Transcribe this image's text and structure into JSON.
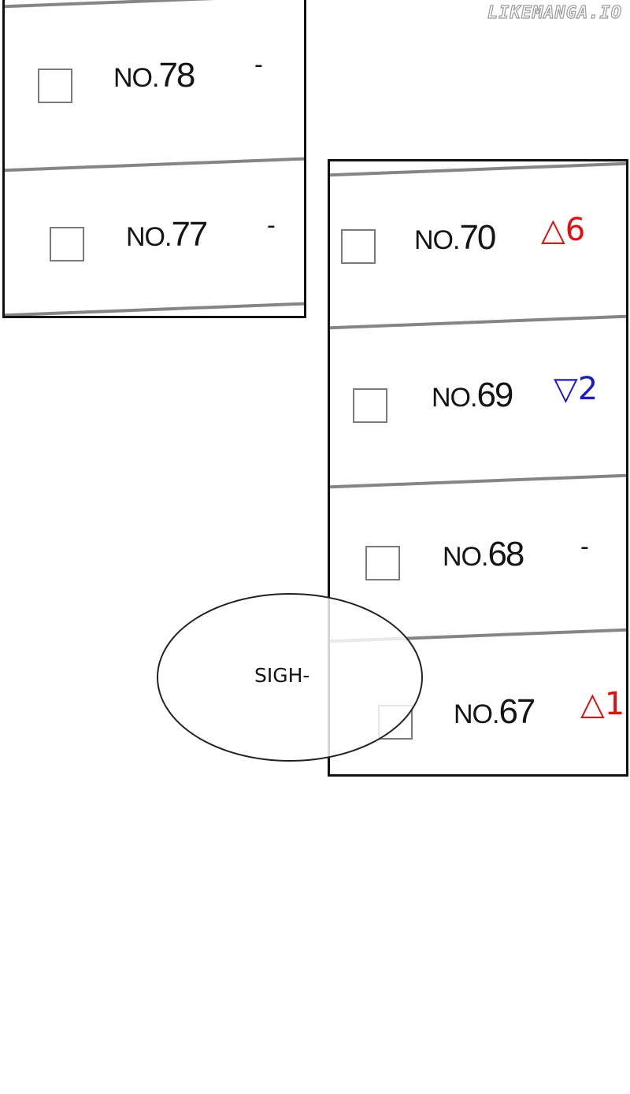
{
  "watermark": "LIKEMANGA.IO",
  "left_panel": {
    "rows": [
      {
        "rank": "NO.78",
        "rank_prefix": "NO.",
        "rank_number": "78",
        "change": "-",
        "trend": "same"
      },
      {
        "rank": "NO.77",
        "rank_prefix": "NO.",
        "rank_number": "77",
        "change": "-",
        "trend": "same"
      }
    ]
  },
  "right_panel": {
    "rows": [
      {
        "rank": "NO.70",
        "rank_prefix": "NO.",
        "rank_number": "70",
        "change": "△6",
        "trend": "up"
      },
      {
        "rank": "NO.69",
        "rank_prefix": "NO.",
        "rank_number": "69",
        "change": "▽2",
        "trend": "down"
      },
      {
        "rank": "NO.68",
        "rank_prefix": "NO.",
        "rank_number": "68",
        "change": "-",
        "trend": "same"
      },
      {
        "rank": "NO.67",
        "rank_prefix": "NO.",
        "rank_number": "67",
        "change": "△1",
        "trend": "up"
      }
    ]
  },
  "speech_bubble": {
    "text": "SIGH-"
  },
  "colors": {
    "up": "#dd1111",
    "down": "#1a1acc",
    "border": "#111111",
    "divider": "#858585"
  }
}
